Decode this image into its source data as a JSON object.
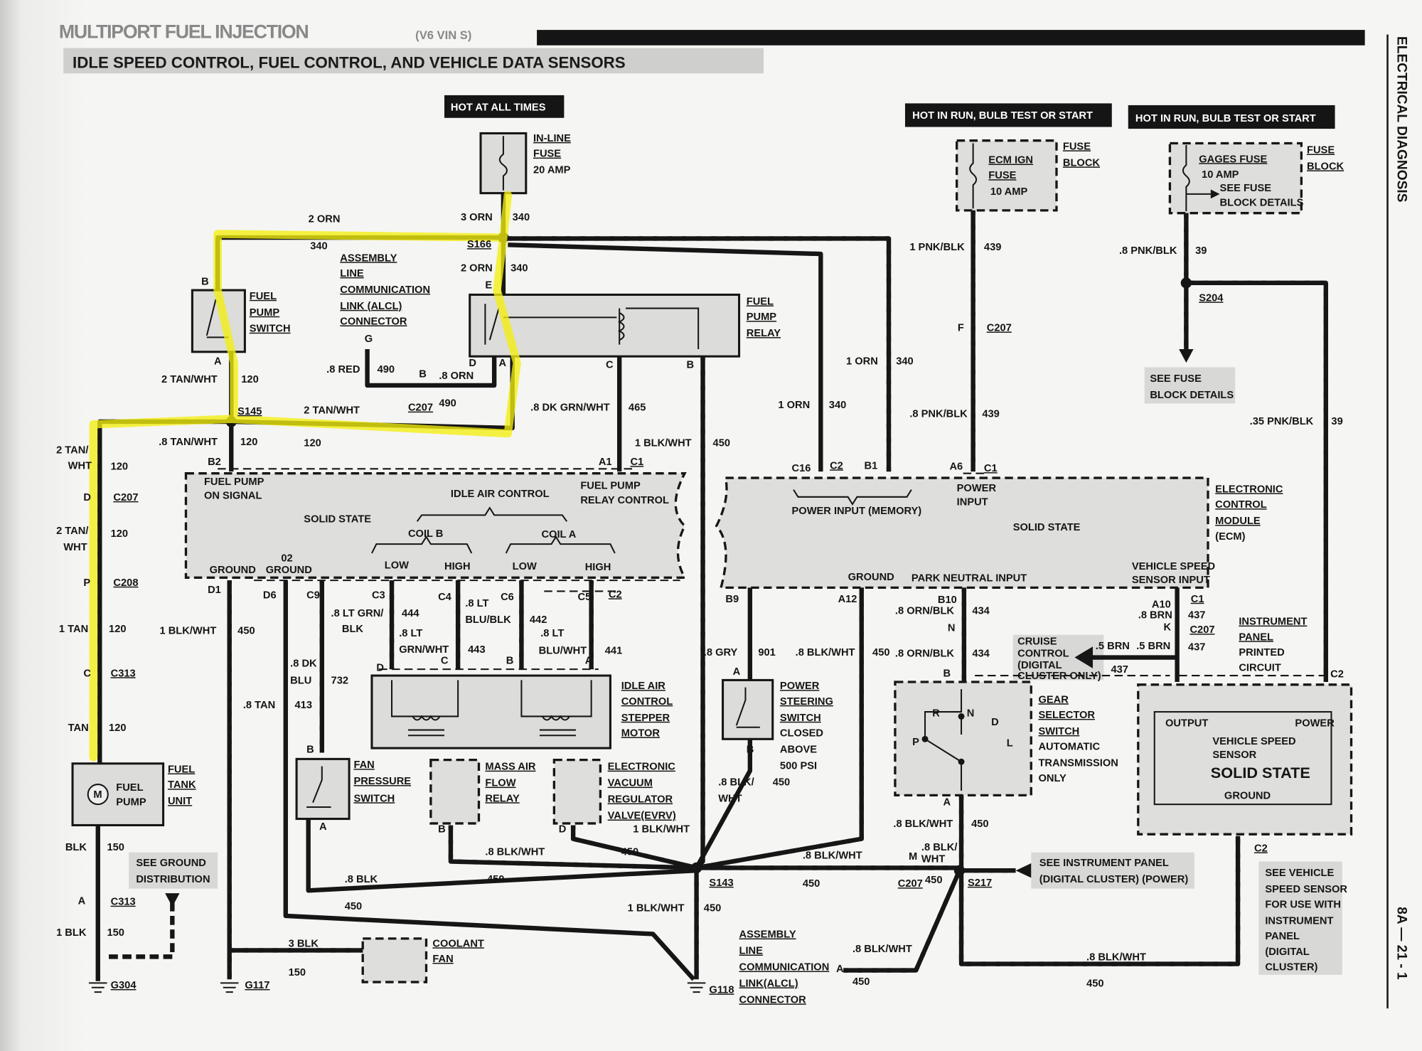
{
  "header": {
    "title": "MULTIPORT FUEL INJECTION",
    "vin": "(V6 VIN S)",
    "subtitle": "IDLE SPEED CONTROL, FUEL CONTROL, AND VEHICLE DATA SENSORS"
  },
  "side": {
    "section": "ELECTRICAL DIAGNOSIS",
    "page": "8A — 21 - 1"
  },
  "power_sources": [
    "HOT AT ALL TIMES",
    "HOT IN RUN, BULB TEST OR START",
    "HOT IN RUN, BULB TEST OR START"
  ],
  "labels": {
    "inline_fuse": [
      "IN-LINE",
      "FUSE",
      "20 AMP"
    ],
    "fuel_pump_switch": [
      "FUEL",
      "PUMP",
      "SWITCH"
    ],
    "alcl_top": [
      "ASSEMBLY",
      "LINE",
      "COMMUNICATION",
      "LINK (ALCL)",
      "CONNECTOR"
    ],
    "fuel_pump_relay": [
      "FUEL",
      "PUMP",
      "RELAY"
    ],
    "ecm_ign_fuse": [
      "ECM IGN",
      "FUSE",
      "10 AMP"
    ],
    "fuse_block_1": [
      "FUSE",
      "BLOCK"
    ],
    "gages_fuse": [
      "GAGES FUSE",
      "10 AMP",
      "SEE FUSE",
      "BLOCK DETAILS"
    ],
    "fuse_block_2": [
      "FUSE",
      "BLOCK"
    ],
    "see_fuse_block": [
      "SEE FUSE",
      "BLOCK DETAILS"
    ],
    "ecm_left": [
      "FUEL PUMP",
      "ON SIGNAL",
      "IDLE AIR CONTROL",
      "FUEL PUMP",
      "RELAY CONTROL",
      "SOLID STATE",
      "COIL B",
      "COIL A",
      "LOW",
      "HIGH",
      "LOW",
      "HIGH",
      "GROUND",
      "02",
      "GROUND"
    ],
    "ecm_right": [
      "POWER INPUT (MEMORY)",
      "POWER",
      "INPUT",
      "SOLID STATE",
      "GROUND",
      "PARK NEUTRAL INPUT",
      "VEHICLE SPEED",
      "SENSOR INPUT"
    ],
    "ecm_name": [
      "ELECTRONIC",
      "CONTROL",
      "MODULE",
      "(ECM)"
    ],
    "iac_motor": [
      "IDLE AIR",
      "CONTROL",
      "STEPPER",
      "MOTOR"
    ],
    "fan_switch": [
      "FAN",
      "PRESSURE",
      "SWITCH"
    ],
    "maf_relay": [
      "MASS AIR",
      "FLOW",
      "RELAY"
    ],
    "evrv": [
      "ELECTRONIC",
      "VACUUM",
      "REGULATOR",
      "VALVE(EVRV)"
    ],
    "ps_switch": [
      "POWER",
      "STEERING",
      "SWITCH",
      "CLOSED",
      "ABOVE",
      "500 PSI"
    ],
    "gear_switch": [
      "GEAR",
      "SELECTOR",
      "SWITCH",
      "AUTOMATIC",
      "TRANSMISSION",
      "ONLY"
    ],
    "gear_positions": [
      "R",
      "N",
      "D",
      "P",
      "L"
    ],
    "cruise": [
      "CRUISE",
      "CONTROL",
      "(DIGITAL",
      "CLUSTER  ONLY)"
    ],
    "ip_circuit": [
      "INSTRUMENT",
      "PANEL",
      "PRINTED",
      "CIRCUIT"
    ],
    "vss": [
      "OUTPUT",
      "POWER",
      "VEHICLE SPEED",
      "SENSOR",
      "SOLID STATE",
      "GROUND"
    ],
    "see_vss": [
      "SEE VEHICLE",
      "SPEED SENSOR",
      "FOR USE WITH",
      "INSTRUMENT",
      "PANEL",
      "(DIGITAL",
      "CLUSTER)"
    ],
    "see_ip": [
      "SEE INSTRUMENT PANEL",
      "(DIGITAL CLUSTER) (POWER)"
    ],
    "fuel_tank": [
      "FUEL",
      "PUMP",
      "FUEL",
      "TANK",
      "UNIT",
      "M"
    ],
    "see_ground": [
      "SEE GROUND",
      "DISTRIBUTION"
    ],
    "coolant_fan": [
      "COOLANT",
      "FAN"
    ],
    "alcl_bottom": [
      "ASSEMBLY",
      "LINE",
      "COMMUNICATION",
      "LINK(ALCL)",
      "CONNECTOR"
    ]
  },
  "wires": [
    "3 ORN",
    "340",
    "2 ORN",
    "340",
    "2 ORN",
    "340",
    "2 TAN/WHT",
    "120",
    ".8 RED",
    "490",
    ".8 ORN",
    "490",
    "2 TAN/WHT",
    ".8 TAN/WHT",
    "120",
    "120",
    ".8 DK GRN/WHT",
    "465",
    "1 BLK/WHT",
    "450",
    "1 ORN",
    "340",
    "1 ORN",
    "340",
    "1 PNK/BLK",
    "439",
    ".8 PNK/BLK",
    "439",
    ".8 PNK/BLK",
    "39",
    ".35 PNK/BLK",
    "39",
    "2 TAN/",
    "WHT",
    "120",
    "2 TAN/",
    "WHT",
    "120",
    "1 TAN",
    "120",
    "TAN",
    "120",
    "1 BLK/WHT",
    "450",
    ".8 LT GRN/",
    "BLK",
    "444",
    ".8 LT",
    "GRN/WHT",
    "443",
    ".8 LT",
    "BLU/BLK",
    "442",
    ".8 LT",
    "BLU/WHT",
    "441",
    ".8 DK",
    "BLU",
    "732",
    ".8 TAN",
    "413",
    ".8 GRY",
    "901",
    ".8 BLK/WHT",
    "450",
    ".8 ORN/BLK",
    "434",
    ".8 ORN/BLK",
    "434",
    ".8 BRN",
    "437",
    "437",
    ".5 BRN",
    ".5 BRN",
    "437",
    ".8 BLK/",
    "WHT",
    "450",
    ".8 BLK/WHT",
    "450",
    "1 BLK/WHT",
    ".8 BLK/WHT",
    "450",
    ".8 BLK",
    "450",
    "450",
    "1 BLK/WHT",
    "450",
    ".8 BLK/WHT",
    "450",
    ".8 BLK/",
    "WHT",
    "450",
    ".8 BLK/WHT",
    "450",
    ".8 BLK/WHT",
    "450",
    "BLK",
    "150",
    "1 BLK",
    "150",
    "3 BLK",
    "150"
  ],
  "connectors": [
    "B",
    "A",
    "G",
    "B",
    "C207",
    "E",
    "D",
    "A",
    "C",
    "B",
    "B2",
    "A1",
    "C1",
    "C16",
    "C2",
    "B1",
    "A6",
    "C1",
    "F",
    "C207",
    "D1",
    "D6",
    "C9",
    "C3",
    "C4",
    "C6",
    "C5",
    "C2",
    "D",
    "C",
    "B",
    "A",
    "B",
    "A",
    "B",
    "D",
    "B9",
    "A",
    "B",
    "A12",
    "B10",
    "N",
    "B",
    "A",
    "A10",
    "C1",
    "K",
    "C207",
    "C2",
    "C2",
    "D",
    "C207",
    "P",
    "C208",
    "C",
    "C313",
    "A",
    "C313",
    "M",
    "C207",
    "A"
  ],
  "splices": [
    "S166",
    "S145",
    "S204",
    "S143",
    "S217"
  ],
  "grounds": [
    "G304",
    "G117",
    "G118"
  ],
  "colors": {
    "highlight": "#f4ee10",
    "wire": "#161616",
    "component_fill": "#dcdcda"
  }
}
